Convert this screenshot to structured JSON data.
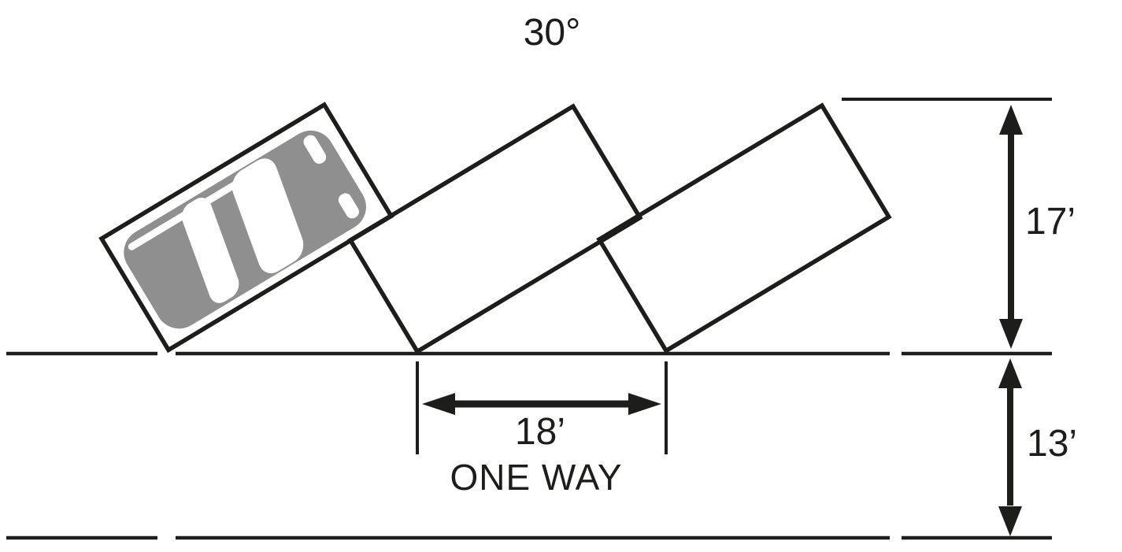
{
  "labels": {
    "angle": "30°",
    "stall_depth": "17’",
    "stall_spacing": "18’",
    "lane_width": "13’",
    "direction": "ONE WAY"
  },
  "colors": {
    "ink": "#1d1d1b",
    "car_gray": "#8f8f8f",
    "background": "#ffffff"
  }
}
